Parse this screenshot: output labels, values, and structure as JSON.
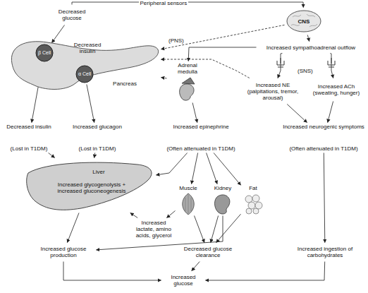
{
  "diagram": {
    "nodes": [
      {
        "text": [
          "Decreased glucose"
        ]
      },
      {
        "text": [
          "CNS"
        ]
      },
      {
        "text": [
          "Pancreas"
        ]
      },
      {
        "text": [
          "β Cell"
        ],
        "in": 2
      },
      {
        "text": [
          "α Cell"
        ],
        "in": 2
      },
      {
        "text": [
          "Decreased insulin"
        ],
        "in": 2
      },
      {
        "text": [
          "Increased sympathoadrenal outflow"
        ]
      },
      {
        "text": [
          "Adrenal medulla"
        ]
      },
      {
        "text": [
          "Increased NE",
          "(palpitations, tremor, arousal)"
        ]
      },
      {
        "text": [
          "Increased ACh",
          "(sweating, hunger)"
        ]
      },
      {
        "text": [
          "Decreased insulin",
          "(Lost in T1DM)"
        ]
      },
      {
        "text": [
          "Increased glucagon",
          "(Lost in T1DM)"
        ]
      },
      {
        "text": [
          "Increased epinephrine",
          "(Often attenuated in T1DM)"
        ]
      },
      {
        "text": [
          "Increased neurogenic symptoms",
          "(Often attenuated in T1DM)"
        ]
      },
      {
        "text": [
          "Liver",
          "Increased glycogenolysis + increased gluconeogenesis"
        ]
      },
      {
        "text": [
          "Muscle"
        ]
      },
      {
        "text": [
          "Kidney"
        ]
      },
      {
        "text": [
          "Fat"
        ]
      },
      {
        "text": [
          "Increased lactate, amino acids, glycerol"
        ]
      },
      {
        "text": [
          "Increased glucose production"
        ]
      },
      {
        "text": [
          "Decreased glucose clearance"
        ]
      },
      {
        "text": [
          "Increased ingestion of carbohydrates"
        ]
      },
      {
        "text": [
          "Increased glucose"
        ]
      }
    ],
    "edges": [
      {
        "from": 0,
        "to": 1,
        "arrow": "to",
        "label": "Peripheral sensors"
      },
      {
        "from": 0,
        "to": 3,
        "arrow": "to"
      },
      {
        "from": 3,
        "to": 5,
        "arrow": "to"
      },
      {
        "from": 5,
        "to": 4,
        "arrow": "to"
      },
      {
        "from": 1,
        "to": 2,
        "arrow": "to",
        "label": "(PNS)"
      },
      {
        "from": 1,
        "to": 6,
        "arrow": "to"
      },
      {
        "from": 6,
        "to": 7,
        "arrow": "to"
      },
      {
        "from": 6,
        "to": 8,
        "arrow": "to"
      },
      {
        "from": 6,
        "to": 9,
        "arrow": "to"
      },
      {
        "from": 8,
        "to": 2,
        "arrow": "to"
      },
      {
        "from": 7,
        "to": 2,
        "arrow": "to"
      },
      {
        "from": 3,
        "to": 10,
        "arrow": "to"
      },
      {
        "from": 4,
        "to": 11,
        "arrow": "to"
      },
      {
        "from": 7,
        "to": 12,
        "arrow": "to"
      },
      {
        "from": 8,
        "to": 13,
        "arrow": "to"
      },
      {
        "from": 9,
        "to": 13,
        "arrow": "to"
      },
      {
        "from": 10,
        "to": 14,
        "arrow": "to"
      },
      {
        "from": 11,
        "to": 14,
        "arrow": "to"
      },
      {
        "from": 12,
        "to": 14,
        "arrow": "to"
      },
      {
        "from": 12,
        "to": 15,
        "arrow": "to"
      },
      {
        "from": 12,
        "to": 16,
        "arrow": "to"
      },
      {
        "from": 12,
        "to": 17,
        "arrow": "to"
      },
      {
        "from": 15,
        "to": 18,
        "arrow": "to"
      },
      {
        "from": 18,
        "to": 14,
        "arrow": "to"
      },
      {
        "from": 14,
        "to": 19,
        "arrow": "to"
      },
      {
        "from": 16,
        "to": 19,
        "arrow": "to"
      },
      {
        "from": 15,
        "to": 20,
        "arrow": "to"
      },
      {
        "from": 16,
        "to": 20,
        "arrow": "to"
      },
      {
        "from": 17,
        "to": 20,
        "arrow": "to"
      },
      {
        "from": 13,
        "to": 21,
        "arrow": "to"
      },
      {
        "from": 19,
        "to": 22,
        "arrow": "to"
      },
      {
        "from": 20,
        "to": 22,
        "arrow": "to"
      },
      {
        "from": 21,
        "to": 22,
        "arrow": "to"
      }
    ],
    "labels": [
      "(SNS)"
    ]
  }
}
